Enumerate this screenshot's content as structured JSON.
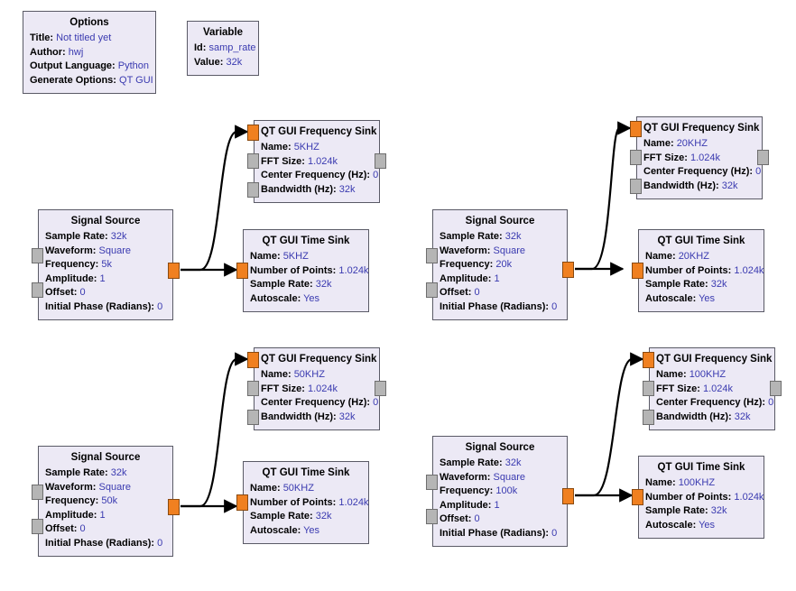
{
  "document": {
    "app": "GNU Radio Companion",
    "kind": "flowgraph-canvas"
  },
  "blocks": {
    "options": {
      "title": "Options",
      "params": [
        {
          "key": "Title:",
          "value": "Not titled yet"
        },
        {
          "key": "Author:",
          "value": "hwj"
        },
        {
          "key": "Output Language:",
          "value": "Python"
        },
        {
          "key": "Generate Options:",
          "value": "QT GUI"
        }
      ]
    },
    "variable": {
      "title": "Variable",
      "params": [
        {
          "key": "Id:",
          "value": "samp_rate"
        },
        {
          "key": "Value:",
          "value": "32k"
        }
      ]
    },
    "signal_source_5k": {
      "title": "Signal Source",
      "params": [
        {
          "key": "Sample Rate:",
          "value": "32k"
        },
        {
          "key": "Waveform:",
          "value": "Square"
        },
        {
          "key": "Frequency:",
          "value": "5k"
        },
        {
          "key": "Amplitude:",
          "value": "1"
        },
        {
          "key": "Offset:",
          "value": "0"
        },
        {
          "key": "Initial Phase (Radians):",
          "value": "0"
        }
      ]
    },
    "signal_source_20k": {
      "title": "Signal Source",
      "params": [
        {
          "key": "Sample Rate:",
          "value": "32k"
        },
        {
          "key": "Waveform:",
          "value": "Square"
        },
        {
          "key": "Frequency:",
          "value": "20k"
        },
        {
          "key": "Amplitude:",
          "value": "1"
        },
        {
          "key": "Offset:",
          "value": "0"
        },
        {
          "key": "Initial Phase (Radians):",
          "value": "0"
        }
      ]
    },
    "signal_source_50k": {
      "title": "Signal Source",
      "params": [
        {
          "key": "Sample Rate:",
          "value": "32k"
        },
        {
          "key": "Waveform:",
          "value": "Square"
        },
        {
          "key": "Frequency:",
          "value": "50k"
        },
        {
          "key": "Amplitude:",
          "value": "1"
        },
        {
          "key": "Offset:",
          "value": "0"
        },
        {
          "key": "Initial Phase (Radians):",
          "value": "0"
        }
      ]
    },
    "signal_source_100k": {
      "title": "Signal Source",
      "params": [
        {
          "key": "Sample Rate:",
          "value": "32k"
        },
        {
          "key": "Waveform:",
          "value": "Square"
        },
        {
          "key": "Frequency:",
          "value": "100k"
        },
        {
          "key": "Amplitude:",
          "value": "1"
        },
        {
          "key": "Offset:",
          "value": "0"
        },
        {
          "key": "Initial Phase (Radians):",
          "value": "0"
        }
      ]
    },
    "freq_sink_5khz": {
      "title": "QT GUI Frequency Sink",
      "params": [
        {
          "key": "Name:",
          "value": "5KHZ"
        },
        {
          "key": "FFT Size:",
          "value": "1.024k"
        },
        {
          "key": "Center Frequency (Hz):",
          "value": "0"
        },
        {
          "key": "Bandwidth (Hz):",
          "value": "32k"
        }
      ]
    },
    "freq_sink_20khz": {
      "title": "QT GUI Frequency Sink",
      "params": [
        {
          "key": "Name:",
          "value": "20KHZ"
        },
        {
          "key": "FFT Size:",
          "value": "1.024k"
        },
        {
          "key": "Center Frequency (Hz):",
          "value": "0"
        },
        {
          "key": "Bandwidth (Hz):",
          "value": "32k"
        }
      ]
    },
    "freq_sink_50khz": {
      "title": "QT GUI Frequency Sink",
      "params": [
        {
          "key": "Name:",
          "value": "50KHZ"
        },
        {
          "key": "FFT Size:",
          "value": "1.024k"
        },
        {
          "key": "Center Frequency (Hz):",
          "value": "0"
        },
        {
          "key": "Bandwidth (Hz):",
          "value": "32k"
        }
      ]
    },
    "freq_sink_100khz": {
      "title": "QT GUI Frequency Sink",
      "params": [
        {
          "key": "Name:",
          "value": "100KHZ"
        },
        {
          "key": "FFT Size:",
          "value": "1.024k"
        },
        {
          "key": "Center Frequency (Hz):",
          "value": "0"
        },
        {
          "key": "Bandwidth (Hz):",
          "value": "32k"
        }
      ]
    },
    "time_sink_5khz": {
      "title": "QT GUI Time Sink",
      "params": [
        {
          "key": "Name:",
          "value": "5KHZ"
        },
        {
          "key": "Number of Points:",
          "value": "1.024k"
        },
        {
          "key": "Sample Rate:",
          "value": "32k"
        },
        {
          "key": "Autoscale:",
          "value": "Yes"
        }
      ]
    },
    "time_sink_20khz": {
      "title": "QT GUI Time Sink",
      "params": [
        {
          "key": "Name:",
          "value": "20KHZ"
        },
        {
          "key": "Number of Points:",
          "value": "1.024k"
        },
        {
          "key": "Sample Rate:",
          "value": "32k"
        },
        {
          "key": "Autoscale:",
          "value": "Yes"
        }
      ]
    },
    "time_sink_50khz": {
      "title": "QT GUI Time Sink",
      "params": [
        {
          "key": "Name:",
          "value": "50KHZ"
        },
        {
          "key": "Number of Points:",
          "value": "1.024k"
        },
        {
          "key": "Sample Rate:",
          "value": "32k"
        },
        {
          "key": "Autoscale:",
          "value": "Yes"
        }
      ]
    },
    "time_sink_100khz": {
      "title": "QT GUI Time Sink",
      "params": [
        {
          "key": "Name:",
          "value": "100KHZ"
        },
        {
          "key": "Number of Points:",
          "value": "1.024k"
        },
        {
          "key": "Sample Rate:",
          "value": "32k"
        },
        {
          "key": "Autoscale:",
          "value": "Yes"
        }
      ]
    }
  },
  "colors": {
    "block_fill": "#ECE9F5",
    "block_border": "#5a5a66",
    "stream_port": "#F08020",
    "message_port": "#B5B5B5",
    "param_value": "#3a3ab0",
    "wire": "#000000",
    "canvas": "#ffffff"
  }
}
